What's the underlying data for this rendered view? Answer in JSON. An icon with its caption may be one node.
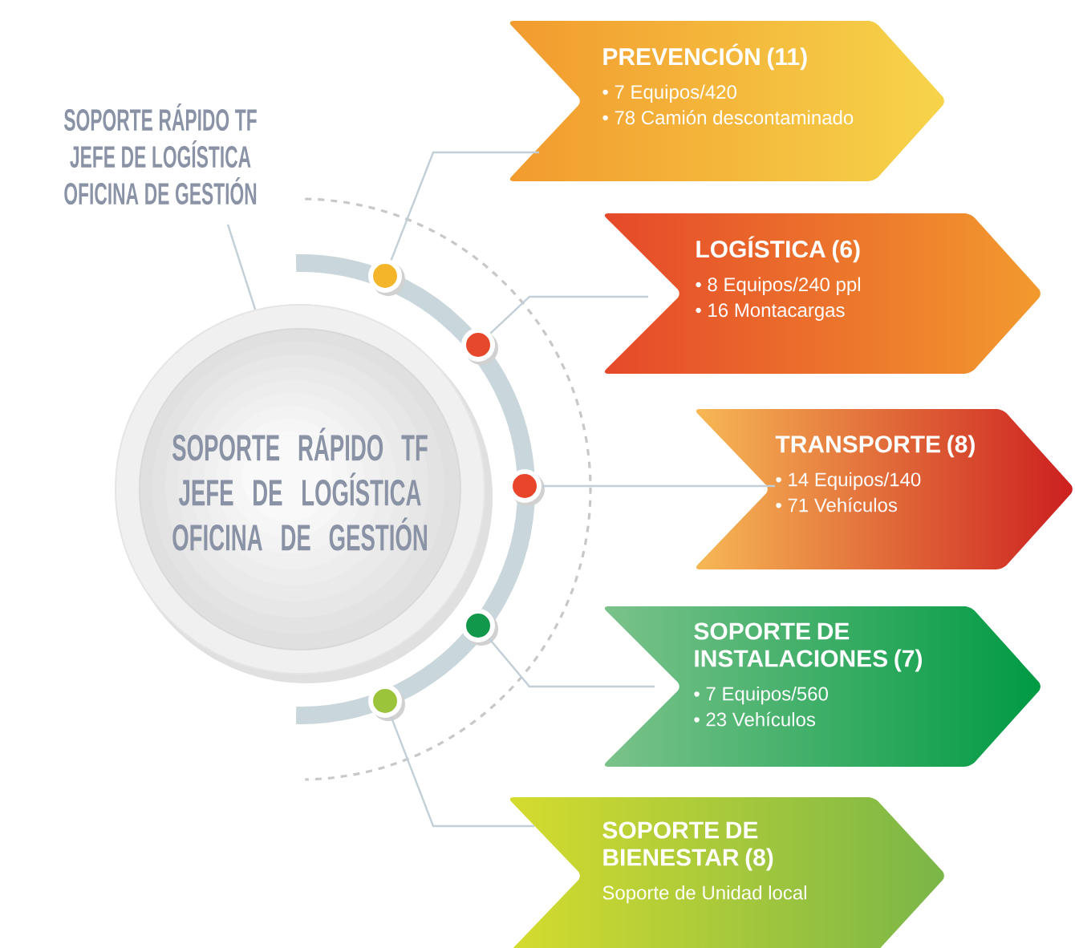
{
  "diagram": {
    "nodes": [
      {
        "text": [
          "SOPORTE RÁPIDO TF JEFE DE LOGÍSTICA OFICINA DE GESTIÓN"
        ]
      },
      {
        "text": [
          "SOPORTE RÁPIDO TF JEFE DE LOGÍSTICA OFICINA DE GESTIÓN"
        ]
      },
      {
        "text": [
          "PREVENCIÓN (11)",
          "• 7 Equipos/420",
          "• 78 Camión descontaminado"
        ]
      },
      {
        "text": [
          "LOGÍSTICA (6)",
          "• 8 Equipos/240 ppl",
          "• 16 Montacargas"
        ]
      },
      {
        "text": [
          "TRANSPORTE (8)",
          "• 14 Equipos/140",
          "• 71 Vehículos"
        ]
      },
      {
        "text": [
          "SOPORTE DE INSTALACIONES (7)",
          "• 7 Equipos/560",
          "• 23 Vehículos"
        ]
      },
      {
        "text": [
          "SOPORTE DE BIENESTAR (8)",
          "Soporte de Unidad local"
        ]
      },
      {
        "text": [],
        "shape": "circle"
      },
      {
        "text": [],
        "shape": "circle"
      },
      {
        "text": [],
        "shape": "circle"
      },
      {
        "text": [],
        "shape": "circle"
      },
      {
        "text": [],
        "shape": "circle"
      }
    ],
    "edges": [
      {
        "from": 0,
        "to": 1,
        "arrow": "none"
      },
      {
        "from": 2,
        "to": 7,
        "arrow": "none"
      },
      {
        "from": 3,
        "to": 8,
        "arrow": "none"
      },
      {
        "from": 4,
        "to": 9,
        "arrow": "none"
      },
      {
        "from": 5,
        "to": 10,
        "arrow": "none"
      },
      {
        "from": 6,
        "to": 11,
        "arrow": "none"
      }
    ]
  }
}
